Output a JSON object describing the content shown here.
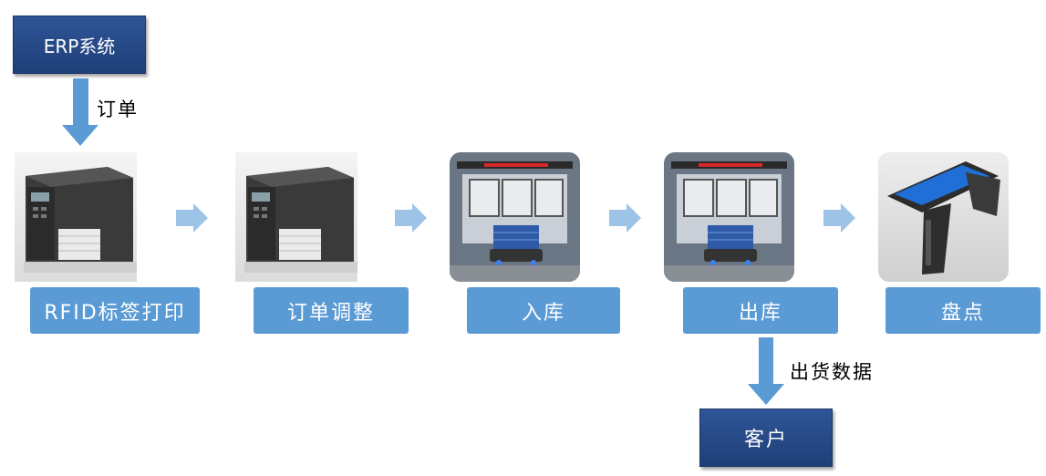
{
  "nodes": {
    "erp": "ERP系统",
    "step1": "RFID标签打印",
    "step2": "订单调整",
    "step3": "入库",
    "step4": "出库",
    "step5": "盘点",
    "customer": "客户"
  },
  "edge_labels": {
    "order": "订单",
    "shipment_data": "出货数据"
  },
  "images": [
    "printer-photo",
    "printer-photo",
    "warehouse-inbound-photo",
    "warehouse-outbound-photo",
    "handheld-rfid-reader-photo"
  ],
  "colors": {
    "dark_node": "#2f5597",
    "light_node": "#5b9bd5",
    "arrow_down": "#5b9bd5",
    "arrow_right": "#9dc3e6"
  }
}
